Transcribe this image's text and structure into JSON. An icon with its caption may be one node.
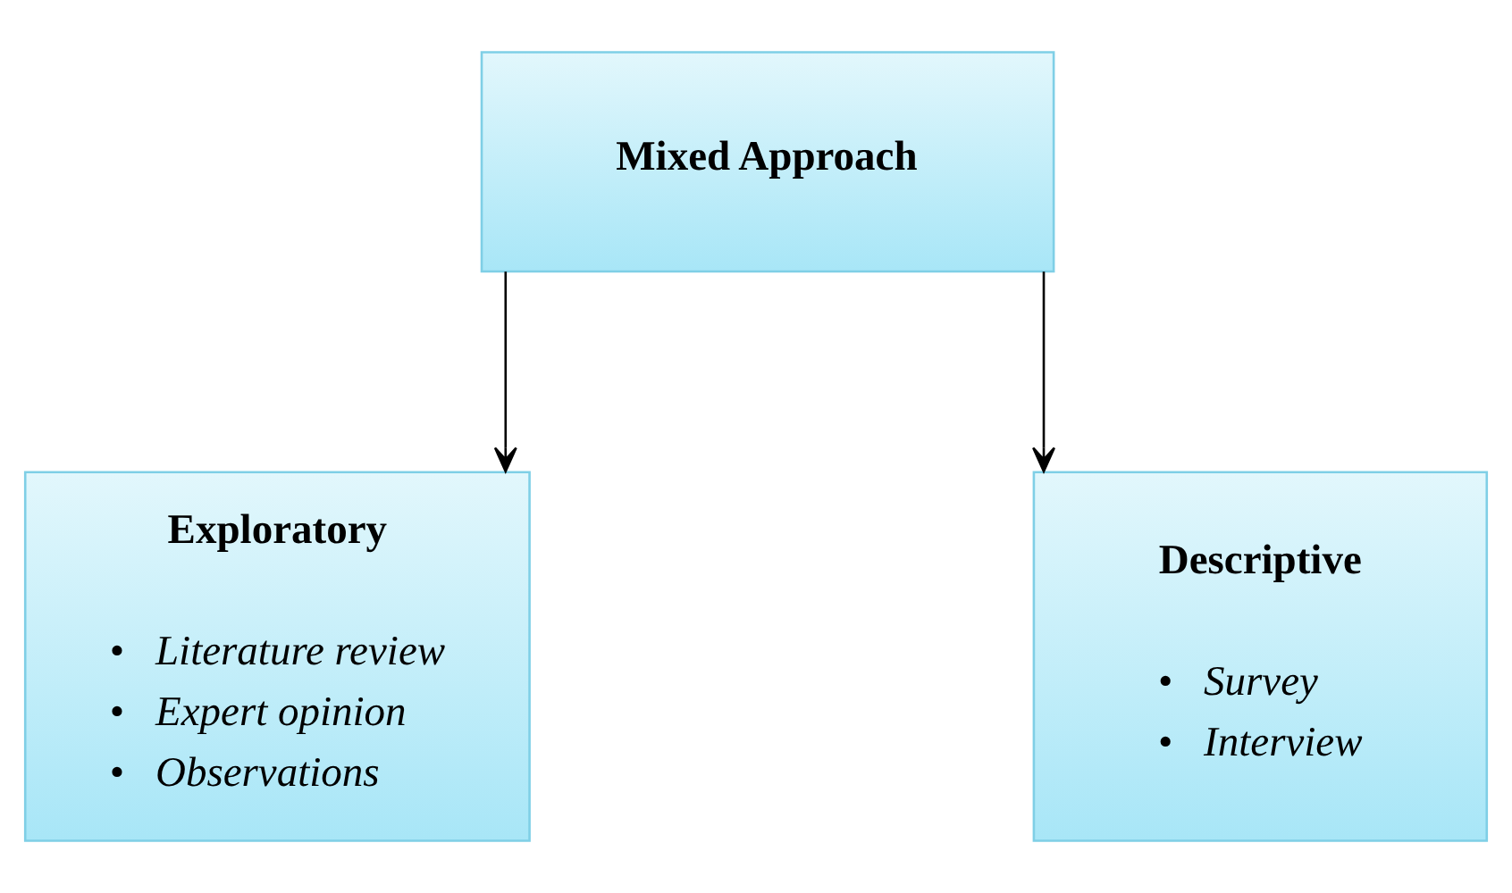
{
  "diagram": {
    "nodes": [
      {
        "text": [
          "Mixed Approach"
        ]
      },
      {
        "text": [
          "Exploratory",
          "•   Literature review",
          "•   Expert opinion",
          "•   Observations"
        ]
      },
      {
        "text": [
          "Descriptive",
          "•   Survey",
          "•   Interview"
        ]
      }
    ],
    "edges": [
      {
        "from": 0,
        "to": 1,
        "arrow": "to"
      },
      {
        "from": 0,
        "to": 2,
        "arrow": "to"
      }
    ]
  }
}
